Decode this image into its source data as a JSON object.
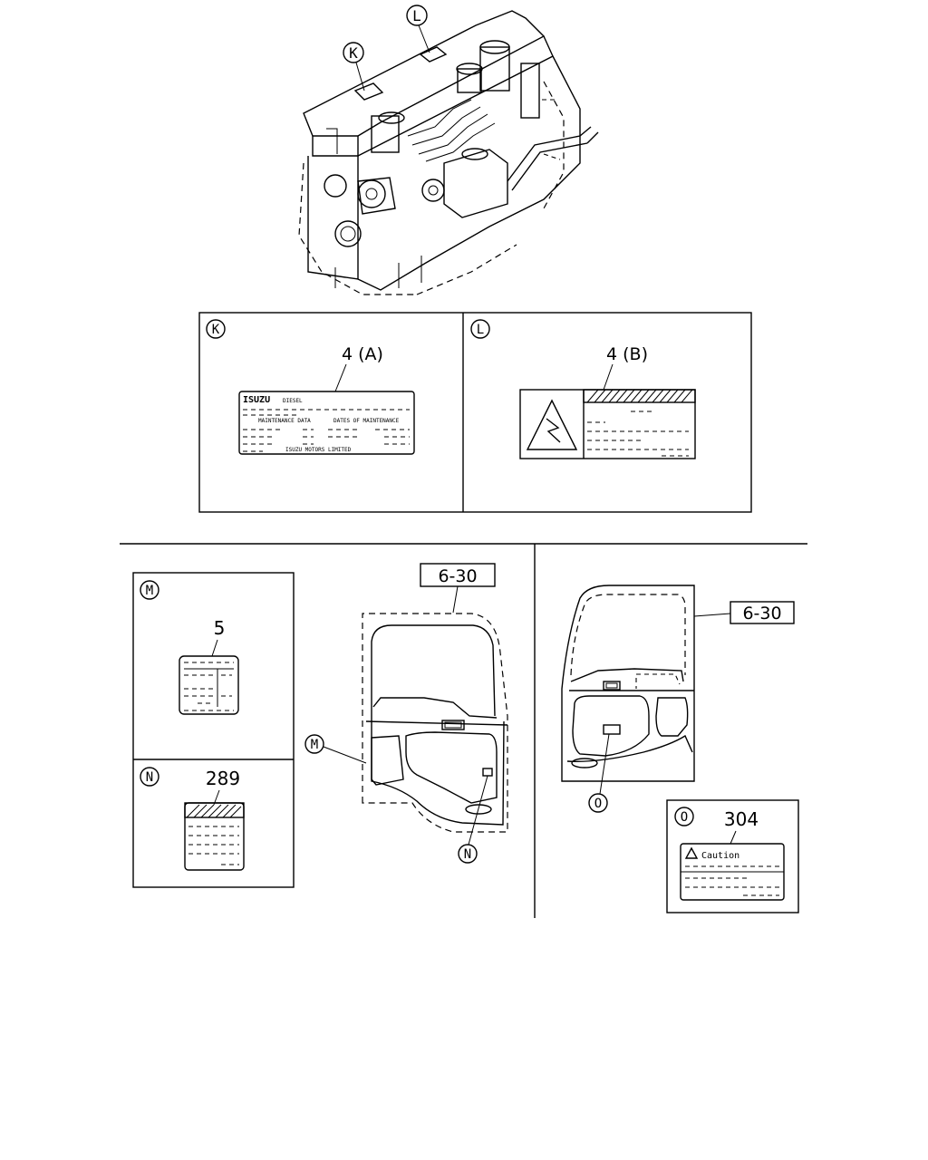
{
  "callouts": {
    "K": "K",
    "L": "L",
    "M": "M",
    "N": "N",
    "O": "O"
  },
  "parts": {
    "k_part": "4 (A)",
    "l_part": "4 (B)",
    "m_part": "5",
    "n_part": "289",
    "o_part": "304"
  },
  "refs": {
    "door_left": "6-30",
    "door_right": "6-30"
  },
  "label_text": {
    "isuzu_brand": "ISUZU",
    "isuzu_diesel": "DIESEL",
    "maintenance_data": "MAINTENANCE DATA",
    "dates_of_maintenance": "DATES OF MAINTENANCE",
    "isuzu_motors": "ISUZU MOTORS LIMITED",
    "caution": "Caution"
  }
}
